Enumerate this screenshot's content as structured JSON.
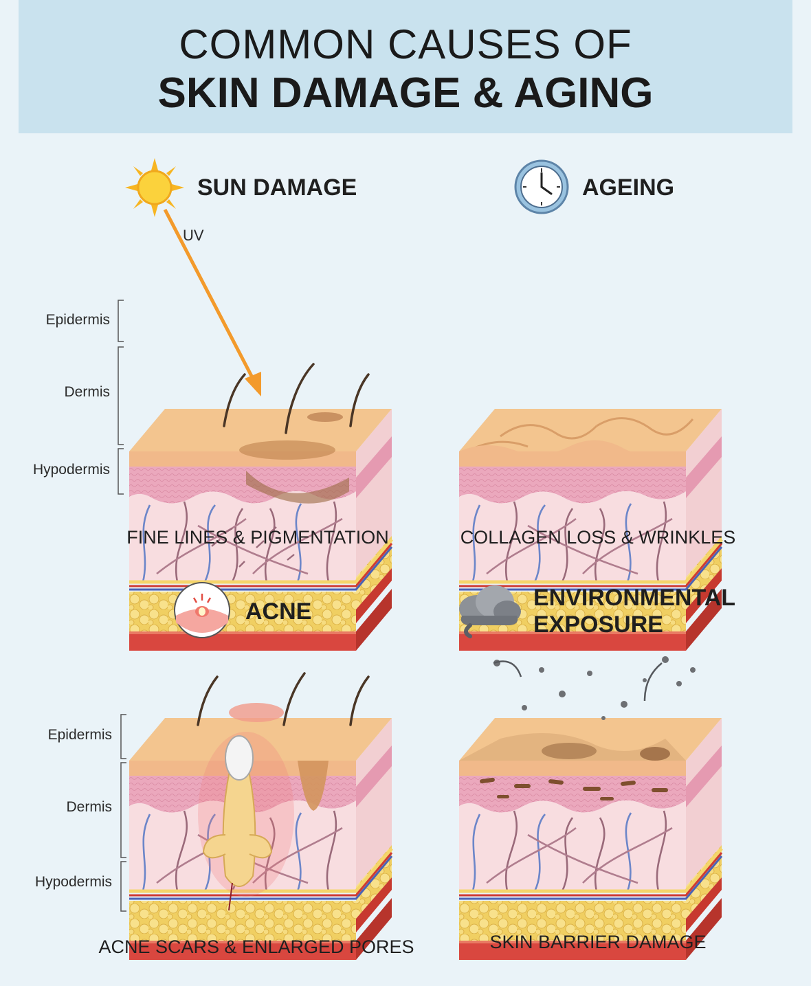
{
  "title": {
    "line1": "COMMON CAUSES OF",
    "line2": "SKIN DAMAGE & AGING"
  },
  "panels": [
    {
      "title": "SUN DAMAGE",
      "caption": "FINE LINES & PIGMENTATION",
      "icon": "sun-icon"
    },
    {
      "title": "AGEING",
      "caption": "COLLAGEN LOSS & WRINKLES",
      "icon": "clock-icon"
    },
    {
      "title": "ACNE",
      "caption": "ACNE SCARS & ENLARGED PORES",
      "icon": "pimple-icon"
    },
    {
      "title_line1": "ENVIRONMENTAL",
      "title_line2": "EXPOSURE",
      "caption": "SKIN BARRIER DAMAGE",
      "icon": "storm-cloud-icon"
    }
  ],
  "layers": {
    "epidermis": "Epidermis",
    "dermis": "Dermis",
    "hypodermis": "Hypodermis"
  },
  "uv_label": "UV",
  "colors": {
    "header_bg": "#c9e2ee",
    "skin_surface": "#f3c58f",
    "epidermis": "#eba8bd",
    "dermis": "#f8dde0",
    "fat": "#f4d771",
    "muscle": "#d9473f",
    "vein": "#6c86c9",
    "collagen": "#9a6a7a",
    "uv_arrow": "#f39a2b"
  }
}
